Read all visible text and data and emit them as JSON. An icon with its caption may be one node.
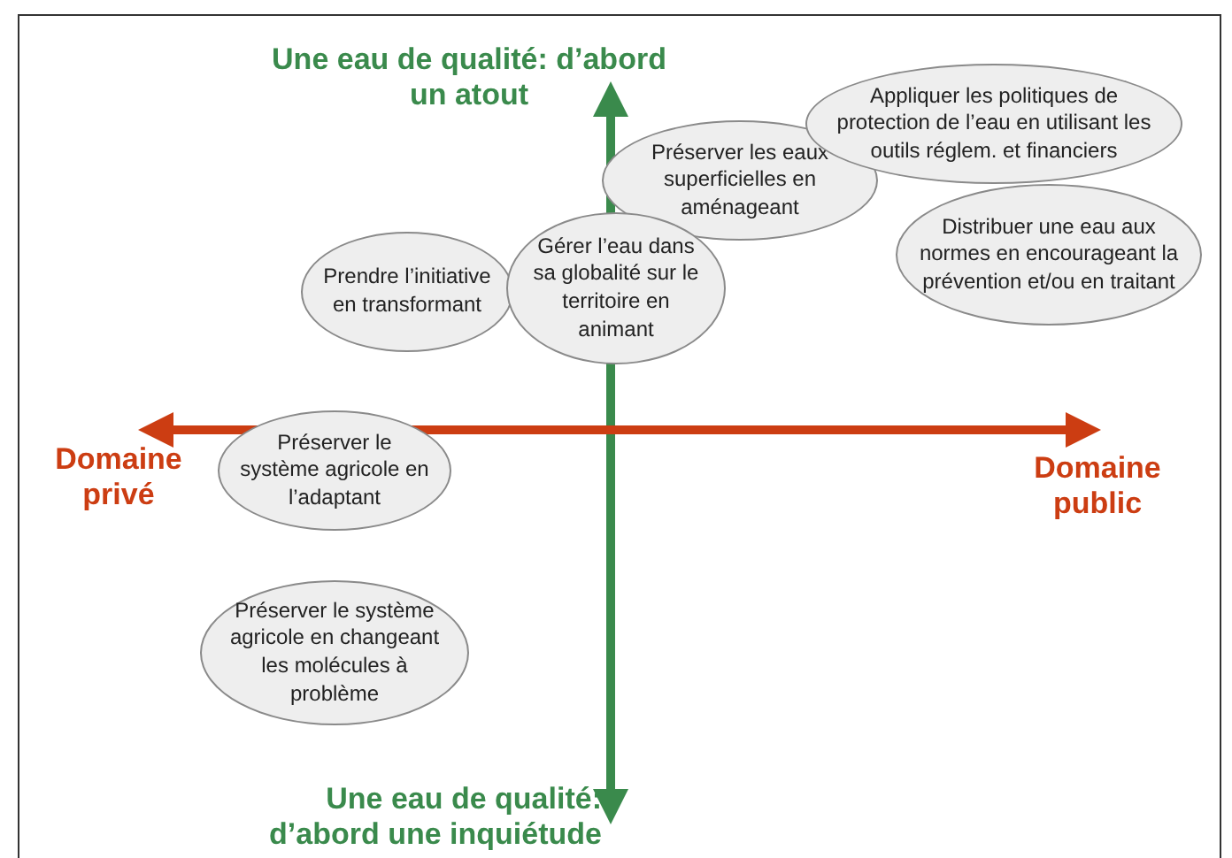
{
  "diagram": {
    "nodes": [
      {
        "text": [
          "Prendre l’initiative en transformant"
        ]
      },
      {
        "text": [
          "Gérer l’eau dans sa globalité sur le territoire en animant"
        ]
      },
      {
        "text": [
          "Préserver les eaux superficielles en aménageant"
        ]
      },
      {
        "text": [
          "Appliquer les politiques de protection de l’eau en utilisant les outils réglem. et financiers"
        ]
      },
      {
        "text": [
          "Distribuer une eau aux normes en encourageant la prévention et/ou en traitant"
        ]
      },
      {
        "text": [
          "Préserver le système agricole en l’adaptant"
        ]
      },
      {
        "text": [
          "Préserver le système agricole en changeant les molécules à problème"
        ]
      }
    ],
    "labels": [
      "Une eau de qualité: d’abord un atout",
      "Domaine privé",
      "Domaine public",
      "Une eau de qualité: d’abord une inquiétude"
    ]
  }
}
